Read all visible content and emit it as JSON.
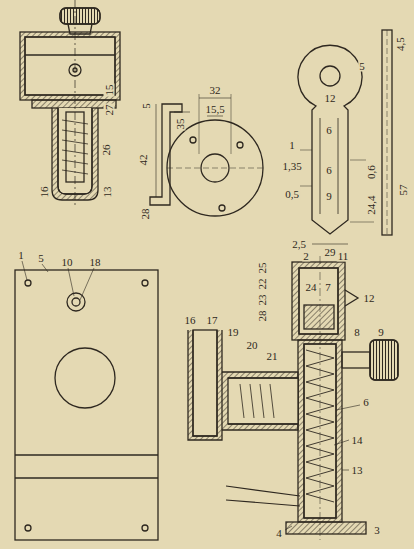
{
  "diagram": {
    "labels": [
      "15",
      "27",
      "26",
      "16",
      "13",
      "5",
      "35",
      "42",
      "28",
      "32",
      "15,5",
      "4,5",
      "5",
      "12",
      "6",
      "1",
      "1,35",
      "0,5",
      "6",
      "9",
      "0,6",
      "24,4",
      "57",
      "2,5",
      "29",
      "1",
      "5",
      "10",
      "18",
      "2",
      "11",
      "25",
      "22",
      "23",
      "28",
      "24",
      "7",
      "12",
      "16",
      "17",
      "19",
      "20",
      "21",
      "8",
      "9",
      "6",
      "14",
      "13",
      "4",
      "3"
    ]
  }
}
